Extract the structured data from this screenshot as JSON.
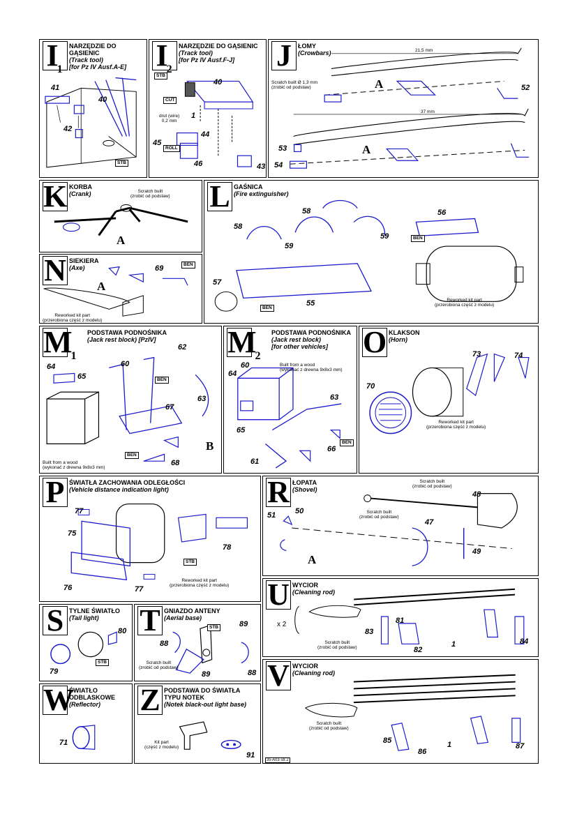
{
  "colors": {
    "part": "#1a1acc",
    "line": "#000000"
  },
  "page_code": "35 A03 str.2",
  "tags": {
    "stb": "STB",
    "ben": "BEN",
    "cut": "CUT",
    "roll": "ROLL"
  },
  "I1": {
    "letter": "I",
    "sub": "1",
    "title": "NARZĘDZIE DO GĄSIENIC",
    "en": "(Track tool)",
    "note": "[for Pz IV  Ausf.A-E]",
    "parts": [
      "41",
      "40",
      "42"
    ]
  },
  "I2": {
    "letter": "I",
    "sub": "2",
    "title": "NARZĘDZIE DO GĄSIENIC",
    "en": "(Track tool)",
    "note": "[for Pz IV  Ausf.F-J]",
    "parts": [
      "40",
      "1",
      "44",
      "45",
      "46",
      "43"
    ],
    "wire": "drut (wire)\n0,2 mm"
  },
  "J": {
    "letter": "J",
    "title": "ŁOMY",
    "en": "(Crowbars)",
    "dim1": "21,5 mm",
    "dim2": "37 mm",
    "scratch": "Scratch built Ø 1,3 mm\n(zrobić od podstaw)",
    "parts": [
      "52",
      "53",
      "54"
    ],
    "a": "A"
  },
  "K": {
    "letter": "K",
    "title": "KORBA",
    "en": "(Crank)",
    "scratch": "Scratch built\n(zrobić od podstaw)",
    "a": "A"
  },
  "L": {
    "letter": "L",
    "title": "GAŚNICA",
    "en": "(Fire extinguisher)",
    "parts": [
      "58",
      "58",
      "59",
      "59",
      "56",
      "57",
      "55"
    ],
    "rework": "Reworked kit part\n(przerobiona część z modelu)"
  },
  "N": {
    "letter": "N",
    "title": "SIEKIERA",
    "en": "(Axe)",
    "parts": [
      "69"
    ],
    "rework": "Reworked kit part\n(przerobiona część z modelu)",
    "a": "A"
  },
  "M1": {
    "letter": "M",
    "sub": "1",
    "title": "PODSTAWA PODNOŚNIKA",
    "en": "(Jack rest block) [PzIV]",
    "parts": [
      "62",
      "64",
      "65",
      "60",
      "63",
      "67",
      "68"
    ],
    "wood": "Built from a wood\n(wykonać z drewna 9x8x3 mm)",
    "b": "B"
  },
  "M2": {
    "letter": "M",
    "sub": "2",
    "title": "PODSTAWA PODNOŚNIKA",
    "en": "(Jack rest block)",
    "note": "[for other vehicles]",
    "parts": [
      "60",
      "64",
      "65",
      "63",
      "61",
      "66"
    ],
    "wood": "Built from a wood\n(wykonać z drewna 9x8x3 mm)"
  },
  "O": {
    "letter": "O",
    "title": "KLAKSON",
    "en": "(Horn)",
    "parts": [
      "73",
      "74",
      "70"
    ],
    "rework": "Reworked kit part\n(przerobiona część z modelu)"
  },
  "P": {
    "letter": "P",
    "title": "ŚWIATŁA ZACHOWANIA ODLEGŁOŚCI",
    "en": "(Vehicle distance indication light)",
    "parts": [
      "77",
      "75",
      "78",
      "76",
      "77"
    ],
    "rework": "Reworked kit part\n(przerobiona część z modelu)"
  },
  "R": {
    "letter": "R",
    "title": "ŁOPATA",
    "en": "(Shovel)",
    "parts": [
      "48",
      "51",
      "50",
      "47",
      "49"
    ],
    "scratch1": "Scratch built\n(zrobić od podstaw)",
    "scratch2": "Scratch built\n(zrobić od podstaw)",
    "a": "A"
  },
  "U": {
    "letter": "U",
    "title": "WYCIOR",
    "en": "(Cleaning rod)",
    "parts": [
      "81",
      "83",
      "82",
      "1",
      "84"
    ],
    "x2": "x 2",
    "scratch": "Scratch built\n(zrobić od podstaw)"
  },
  "S": {
    "letter": "S",
    "title": "TYLNE ŚWIATŁO",
    "en": "(Tail light)",
    "parts": [
      "80",
      "79"
    ]
  },
  "T": {
    "letter": "T",
    "title": "GNIAZDO ANTENY",
    "en": "(Aerial base)",
    "parts": [
      "89",
      "88",
      "89",
      "88"
    ],
    "scratch": "Scratch built\n(zrobić od podstaw)"
  },
  "V": {
    "letter": "V",
    "title": "WYCIOR",
    "en": "(Cleaning rod)",
    "parts": [
      "85",
      "86",
      "1",
      "87"
    ],
    "scratch": "Scratch built\n(zrobić od podstaw)"
  },
  "W": {
    "letter": "W",
    "title": "ŚWIATŁO ODBLASKOWE",
    "en": "(Reflector)",
    "parts": [
      "71"
    ]
  },
  "Z": {
    "letter": "Z",
    "title": "PODSTAWA DO ŚWIATŁA TYPU NOTEK",
    "en": "(Notek black-out light base)",
    "parts": [
      "91"
    ],
    "kit": "Kit part\n(część z modelu)"
  }
}
